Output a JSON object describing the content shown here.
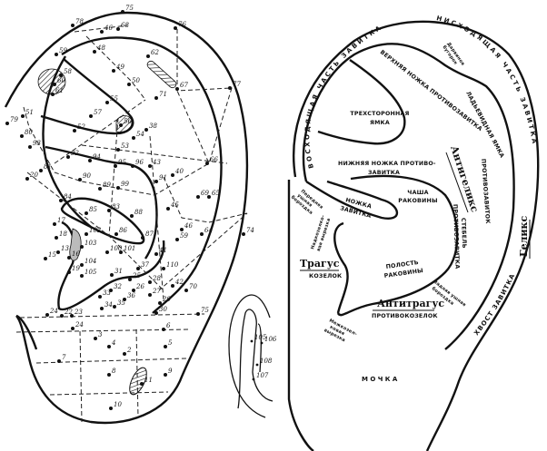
{
  "left_ear": {
    "points": [
      "75",
      "78",
      "76",
      "46",
      "68",
      "59",
      "62",
      "48",
      "49",
      "50",
      "58",
      "60",
      "61",
      "55",
      "57",
      "56",
      "51",
      "79",
      "80",
      "93",
      "52",
      "38",
      "54",
      "53",
      "92",
      "94",
      "95",
      "96",
      "43",
      "40",
      "66",
      "67",
      "77",
      "71",
      "91",
      "81",
      "20",
      "90",
      "89",
      "99",
      "69",
      "65",
      "84",
      "85",
      "83",
      "88",
      "86",
      "87",
      "45",
      "46a",
      "59b",
      "64",
      "74",
      "100",
      "101",
      "102",
      "103",
      "104",
      "105",
      "17",
      "18",
      "15",
      "13",
      "16",
      "19",
      "110",
      "31",
      "32",
      "33",
      "34",
      "35",
      "36",
      "37",
      "24",
      "22",
      "23",
      "24a",
      "25",
      "26",
      "27",
      "28",
      "29",
      "30",
      "41",
      "42",
      "70",
      "6",
      "5",
      "3",
      "4",
      "2",
      "7",
      "8",
      "9",
      "10",
      "11",
      "75a"
    ],
    "side_points": [
      "105",
      "106",
      "108",
      "107"
    ]
  },
  "right_ear": {
    "ascending_helix": "ВОСХОДЯЩАЯ ЧАСТЬ ЗАВИТКА",
    "descending_helix": "НИСХОДЯЩАЯ ЧАСТЬ ЗАВИТКА",
    "darwin_tubercle": [
      "Дарвинов",
      "бугорок"
    ],
    "upper_crus": "ВЕРХНЯЯ НОЖКА ПРОТИВОЗАВИТКА",
    "scaphoid_fossa": "ЛАДЬЕВИДНАЯ ЯМКА",
    "triangular_fossa": [
      "ТРЕХСТОРОННАЯ",
      "ЯМКА"
    ],
    "lower_crus": [
      "НИЖНЯЯ НОЖКА ПРОТИВО-",
      "ЗАВИТКА"
    ],
    "antihelix_latin": "Антигеликс",
    "antihelix": "ПРОТИВОЗАВИТОК",
    "cymba": [
      "ЧАША",
      "РАКОВИНЫ"
    ],
    "helix_crus": [
      "НОЖКА",
      "ЗАВИТКА"
    ],
    "anterior_groove": [
      "Передняя",
      "ушная",
      "бороздка"
    ],
    "supratragic_notch": [
      "Надкозелко-",
      "вая вырезка"
    ],
    "antihelix_stem": [
      "СТЕБЕЛЬ",
      "ПРОТИВОЗАВИТКА"
    ],
    "helix_latin": "Геликс",
    "tragus_latin": "Трагус",
    "tragus": "КОЗЕЛОК",
    "cavum": [
      "ПОЛОСТЬ",
      "РАКОВИНЫ"
    ],
    "posterior_groove": [
      "Задняя ушная",
      "бороздка"
    ],
    "antitragus_latin": "Антитрагус",
    "antitragus": "ПРОТИВОКОЗЕЛОК",
    "helix_tail": "ХВОСТ ЗАВИТКА",
    "intertragic_notch": [
      "Межкозел-",
      "ковая",
      "вырезка"
    ],
    "lobule": "МОЧКА"
  }
}
